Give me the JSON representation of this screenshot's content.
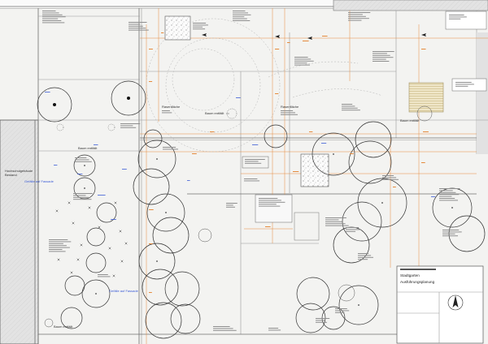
{
  "plan_labels": {
    "building_name": "Hochschulgebäude",
    "building_status": "Bestand",
    "slope_note_left": "Gefälle auf Fassade",
    "slope_note_lower": "Gefälle auf Fassade",
    "tree_removed_center": "Baum entfällt",
    "tree_removed_left": "Baum entfällt",
    "tree_removed_right": "Baum entfällt",
    "tree_removed_bottom": "Baum entfällt",
    "lawn_left": "Rasenfläche",
    "lawn_right": "Rasenfläche"
  },
  "title_block": {
    "location": "Stadtgarten",
    "phase": "Ausführungsplanung"
  },
  "colors": {
    "dimension": "#e58a3c",
    "annotation": "#3b5bd6",
    "line": "#9a9a9a",
    "building": "#d8d8d8"
  }
}
